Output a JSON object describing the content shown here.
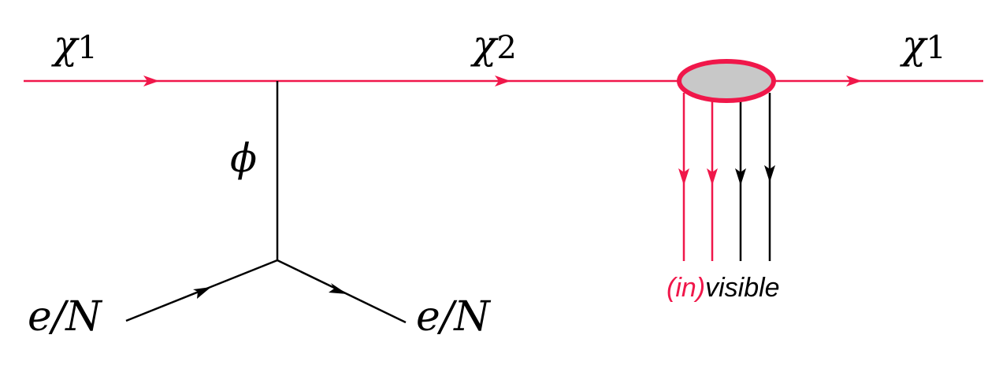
{
  "colors": {
    "dark_matter": "#f0174a",
    "standard_model": "#000000",
    "blob_fill": "#c8c8c8"
  },
  "labels": {
    "chi_in": {
      "symbol": "χ",
      "subscript": "1"
    },
    "chi_mid": {
      "symbol": "χ",
      "subscript": "2"
    },
    "chi_out": {
      "symbol": "χ",
      "subscript": "1"
    },
    "mediator": "ϕ",
    "target_in": "e/N",
    "target_out": "e/N",
    "decay_invisible": "(in)",
    "decay_visible": "visible"
  }
}
